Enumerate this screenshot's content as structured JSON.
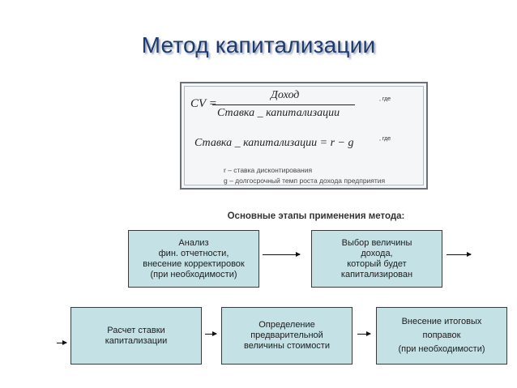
{
  "title": "Метод капитализации",
  "formula": {
    "cv_symbol": "CV =",
    "numerator": "Доход",
    "denominator": "Ставка _ капитализации",
    "where1": ", где",
    "rate_formula": "Ставка _ капитализации = r − g",
    "where2": ", где",
    "legend": [
      "r – ставка дисконтирования",
      "g – долгосрочный темп роста дохода предприятия"
    ]
  },
  "stages_heading": "Основные этапы применения метода:",
  "steps": [
    {
      "lines": [
        "Анализ",
        "фин. отчетности,",
        "внесение корректировок",
        "(при необходимости)"
      ]
    },
    {
      "lines": [
        "Выбор величины",
        "дохода,",
        "который будет",
        "капитализирован"
      ]
    },
    {
      "lines": [
        "Расчет ставки",
        "капитализации"
      ]
    },
    {
      "lines": [
        "Определение",
        "предварительной",
        "величины стоимости"
      ]
    },
    {
      "lines": [
        "Внесение итоговых",
        "поправок",
        "(при необходимости)"
      ]
    }
  ],
  "colors": {
    "title": "#1f3a6e",
    "box_fill": "#c4e1e6",
    "box_border": "#3a3a3a"
  }
}
